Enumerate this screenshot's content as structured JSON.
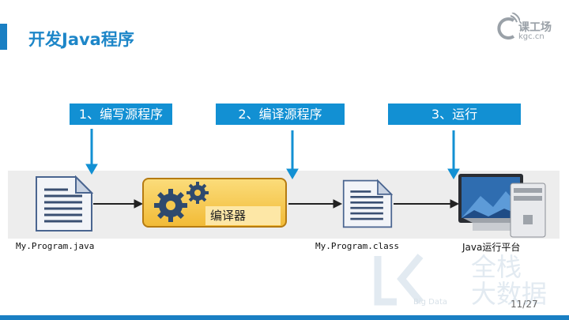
{
  "title": "开发Java程序",
  "logo": {
    "main": "课工场",
    "sub": "kgc.cn"
  },
  "steps": [
    {
      "label": "1、编写源程序"
    },
    {
      "label": "2、编译源程序"
    },
    {
      "label": "3、运行"
    }
  ],
  "diagram": {
    "compiler_label": "编译器",
    "source_file": "My.Program.java",
    "class_file": "My.Program.class",
    "platform": "Java运行平台"
  },
  "watermark": {
    "line1": "全栈",
    "line2": "大数据",
    "small": "Big Data"
  },
  "page_number": "11/27",
  "colors": {
    "accent": "#1a7fc3",
    "step_box": "#1290d3",
    "compiler": "#f2bb37"
  }
}
